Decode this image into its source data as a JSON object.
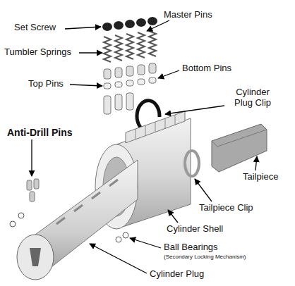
{
  "diagram": {
    "labels": [
      "Set Screw",
      "Master Pins",
      "Tumbler Springs",
      "Bottom Pins",
      "Top Pins",
      "Cylinder Plug Clip",
      "Anti-Drill Pins",
      "Tailpiece",
      "Tailpiece Clip",
      "Cylinder Shell",
      "Ball Bearings",
      "(Secondary Locking Mechanism)",
      "Cylinder Plug"
    ]
  }
}
